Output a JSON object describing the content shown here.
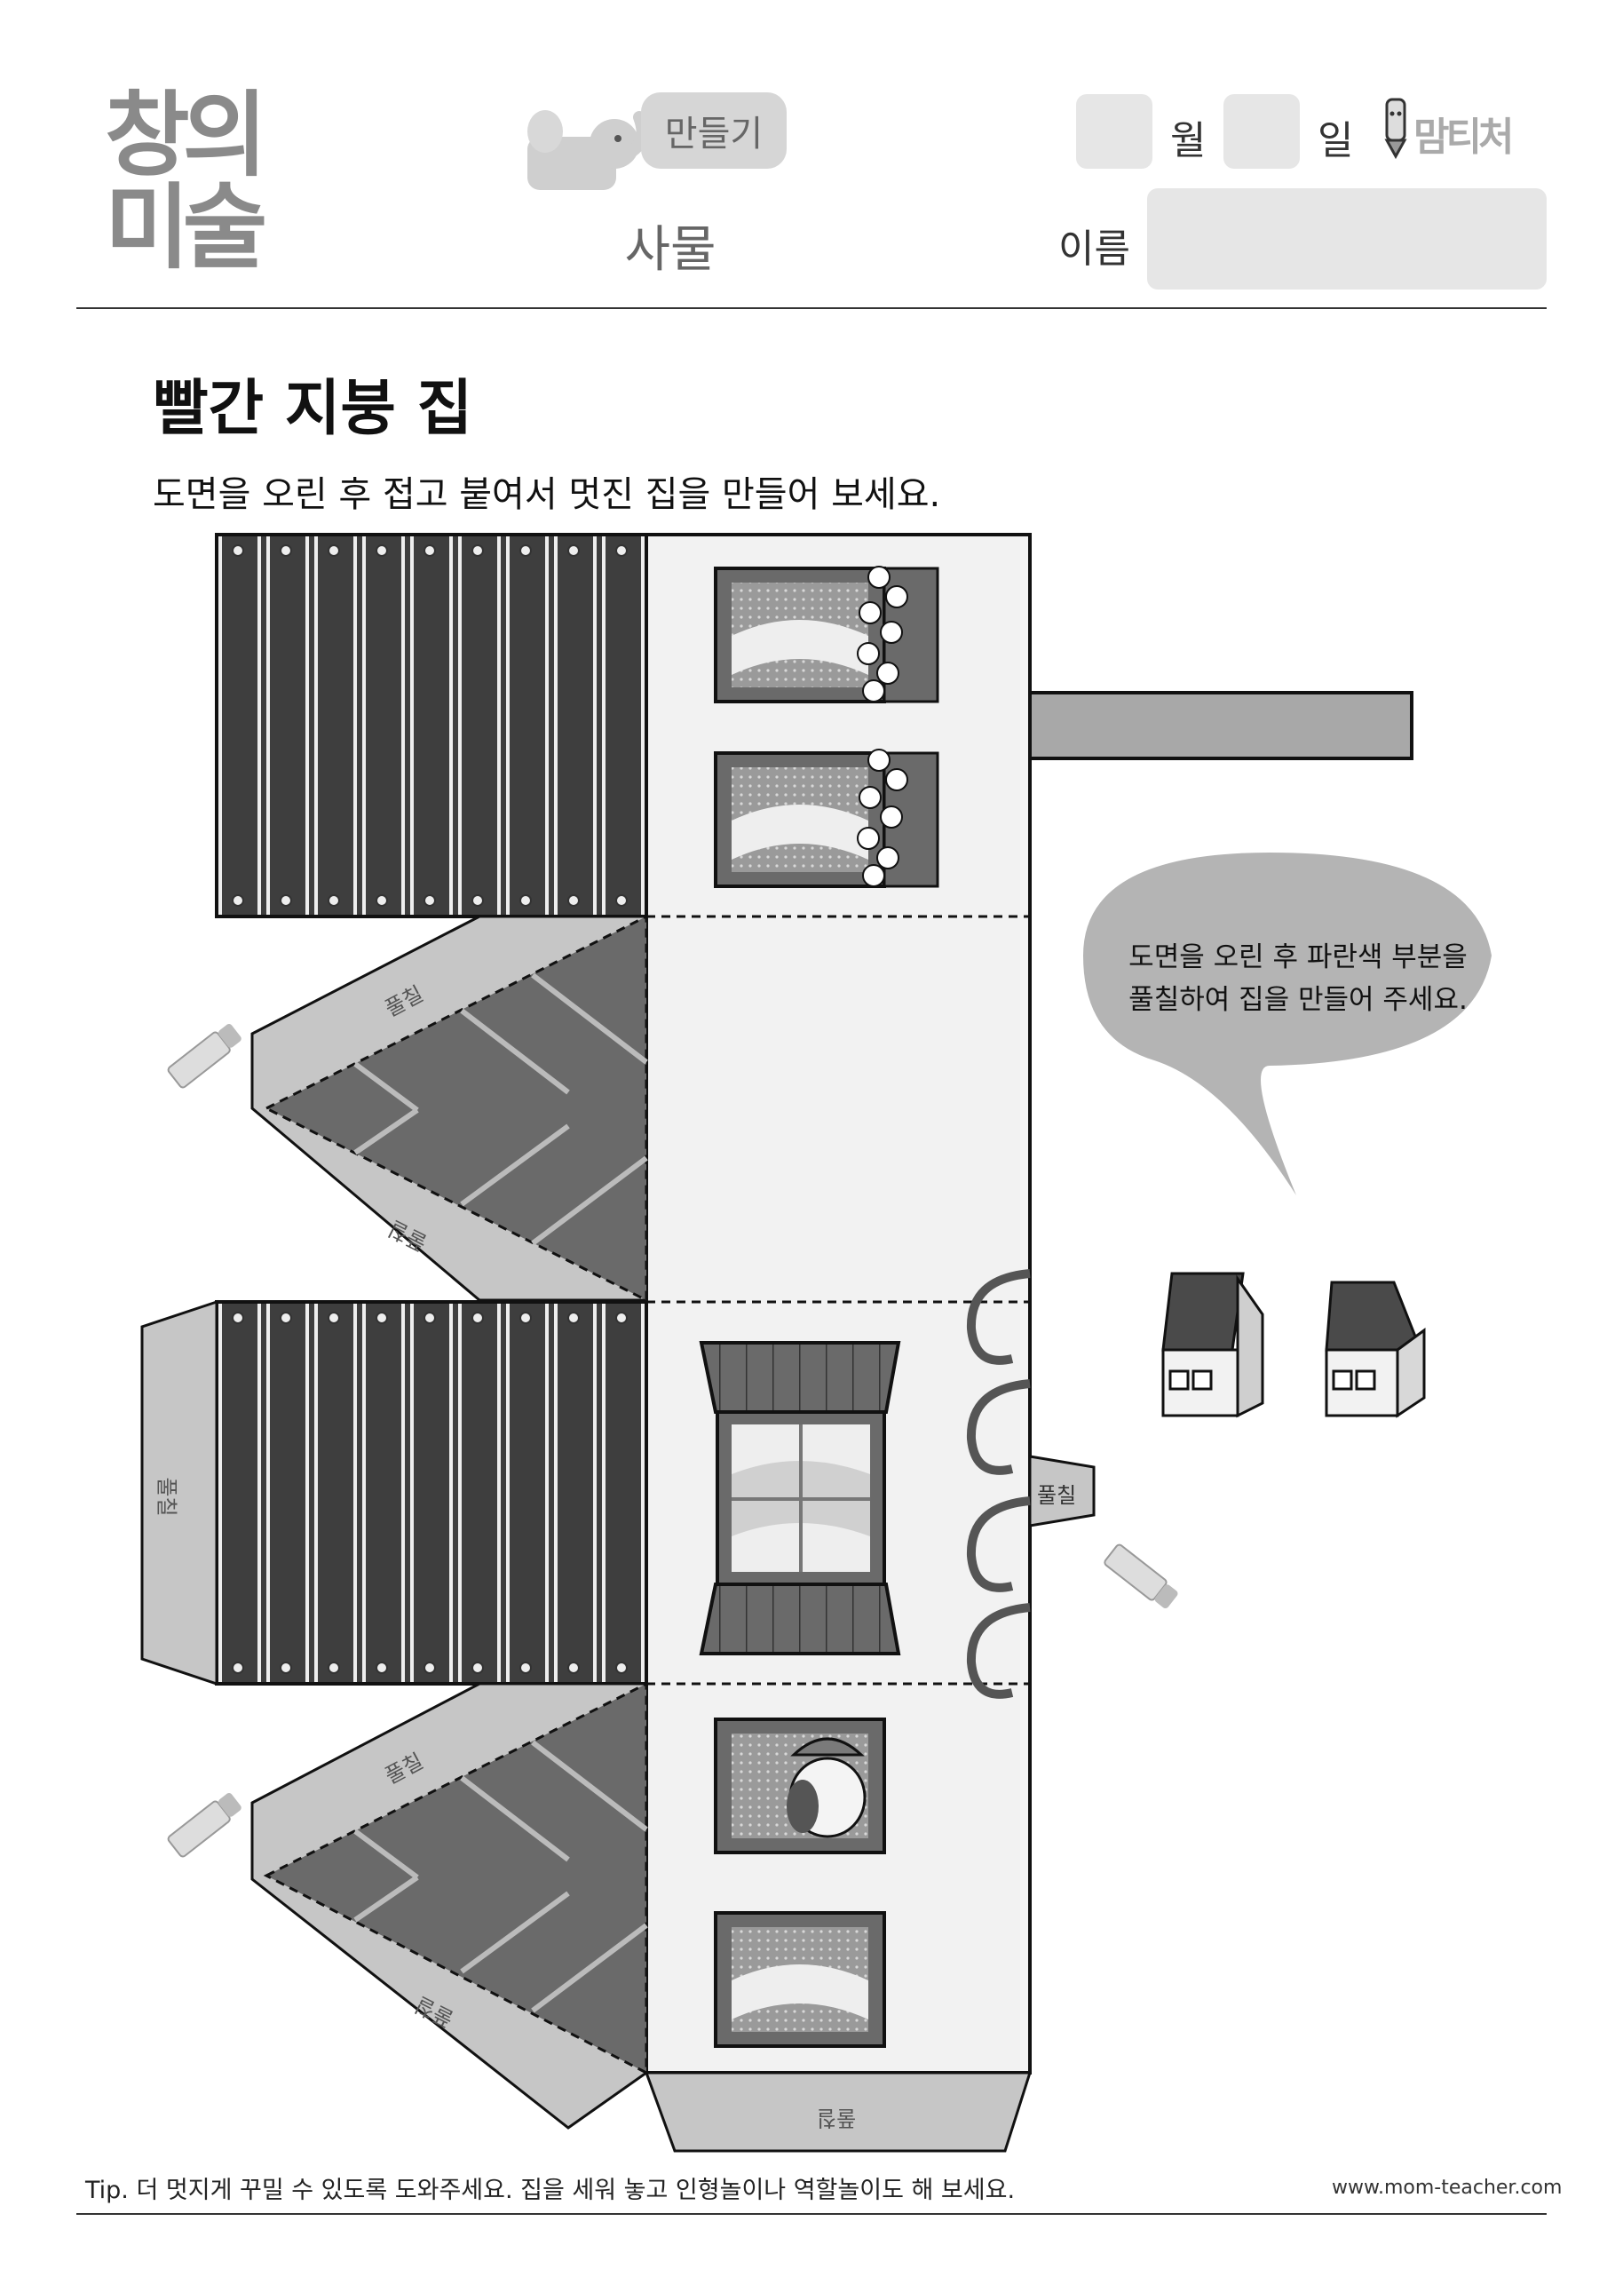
{
  "header": {
    "logo_line1": "창의",
    "logo_line2": "미술",
    "category": "만들기",
    "subcategory": "사물",
    "month_label": "월",
    "day_label": "일",
    "brand": "맘티처",
    "name_label": "이름"
  },
  "worksheet": {
    "title": "빨간 지붕 집",
    "instruction": "도면을 오린 후 접고 붙여서 멋진 집을 만들어 보세요.",
    "bubble_line1": "도면을 오린 후 파란색 부분을",
    "bubble_line2": "풀칠하여 집을 만들어 주세요.",
    "glue_label": "풀칠"
  },
  "footer": {
    "tip": "Tip. 더 멋지게 꾸밀 수 있도록 도와주세요. 집을 세워 놓고 인형놀이나 역할놀이도 해 보세요.",
    "url": "www.mom-teacher.com"
  },
  "colors": {
    "roof_dark": "#3e3e3e",
    "wall_light": "#f2f2f2",
    "flap_gray": "#c6c6c6",
    "gable_dark": "#6a6a6a"
  }
}
